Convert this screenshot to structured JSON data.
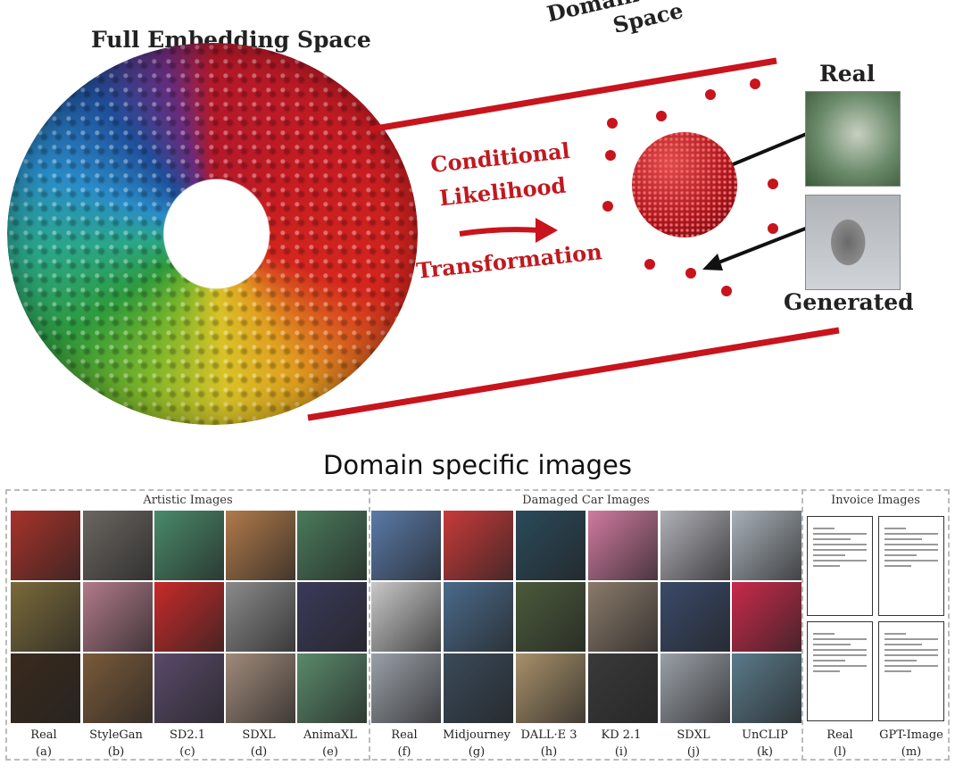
{
  "top": {
    "full_space_title": "Full Embedding Space",
    "domain_space_title_line1": "Domain Specific",
    "domain_space_title_line2": "Space",
    "transform_line1": "Conditional",
    "transform_line2": "Likelihood",
    "transform_line3": "Transformation",
    "real_label": "Real",
    "generated_label": "Generated"
  },
  "bottom": {
    "title": "Domain specific images",
    "sections": [
      {
        "title": "Artistic Images"
      },
      {
        "title": "Damaged Car Images"
      },
      {
        "title": "Invoice Images"
      }
    ],
    "columns": [
      {
        "name": "Real",
        "letter": "(a)",
        "colors": [
          "#a8322a",
          "#7a6a3a",
          "#3a2a1c"
        ]
      },
      {
        "name": "StyleGan",
        "letter": "(b)",
        "colors": [
          "#6a6660",
          "#b07a8a",
          "#7a5a3a"
        ]
      },
      {
        "name": "SD2.1",
        "letter": "(c)",
        "colors": [
          "#4a8a6a",
          "#c82a2a",
          "#5a4a6a"
        ]
      },
      {
        "name": "SDXL",
        "letter": "(d)",
        "colors": [
          "#b07a4a",
          "#8a8a8a",
          "#a08a7a"
        ]
      },
      {
        "name": "AnimaXL",
        "letter": "(e)",
        "colors": [
          "#4a7a5a",
          "#3a3a5a",
          "#5a8a6a"
        ]
      },
      {
        "name": "Real",
        "letter": "(f)",
        "colors": [
          "#5a7aa8",
          "#c8c8c8",
          "#9aa0a8"
        ]
      },
      {
        "name": "Midjourney",
        "letter": "(g)",
        "colors": [
          "#c83a3a",
          "#4a6a8a",
          "#3a4a5a"
        ]
      },
      {
        "name": "DALL·E 3",
        "letter": "(h)",
        "colors": [
          "#2a4a5a",
          "#4a5a3a",
          "#a8906a"
        ]
      },
      {
        "name": "KD 2.1",
        "letter": "(i)",
        "colors": [
          "#d07aa0",
          "#8a7a6a",
          "#3a3a3a"
        ]
      },
      {
        "name": "SDXL",
        "letter": "(j)",
        "colors": [
          "#b0b0b8",
          "#3a4a6a",
          "#9aa0a8"
        ]
      },
      {
        "name": "UnCLIP",
        "letter": "(k)",
        "colors": [
          "#a8b0b8",
          "#c82a4a",
          "#5a7a8a"
        ]
      },
      {
        "name": "Real",
        "letter": "(l)",
        "colors": []
      },
      {
        "name": "GPT-Image",
        "letter": "(m)",
        "colors": []
      }
    ]
  }
}
